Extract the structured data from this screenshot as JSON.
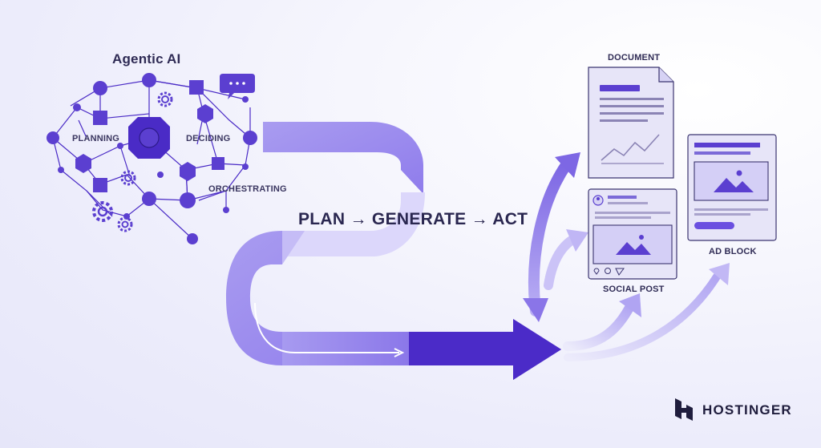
{
  "diagram": {
    "title": "Agentic AI",
    "node_labels": {
      "planning": "PLANNING",
      "deciding": "DECIDING",
      "orchestrating": "ORCHESTRATING"
    },
    "flow_label": "PLAN → GENERATE → ACT",
    "outputs": {
      "document": "DOCUMENT",
      "social_post": "SOCIAL POST",
      "ad_block": "AD BLOCK"
    }
  },
  "brand": {
    "name": "HOSTINGER",
    "logo_icon": "hostinger-logo-icon"
  },
  "colors": {
    "primary": "#5b3fd0",
    "dark": "#4426b8",
    "light": "#d9d3fa",
    "lighter": "#c7bff5",
    "text": "#2f2b55",
    "card": "#e7e5f8"
  }
}
